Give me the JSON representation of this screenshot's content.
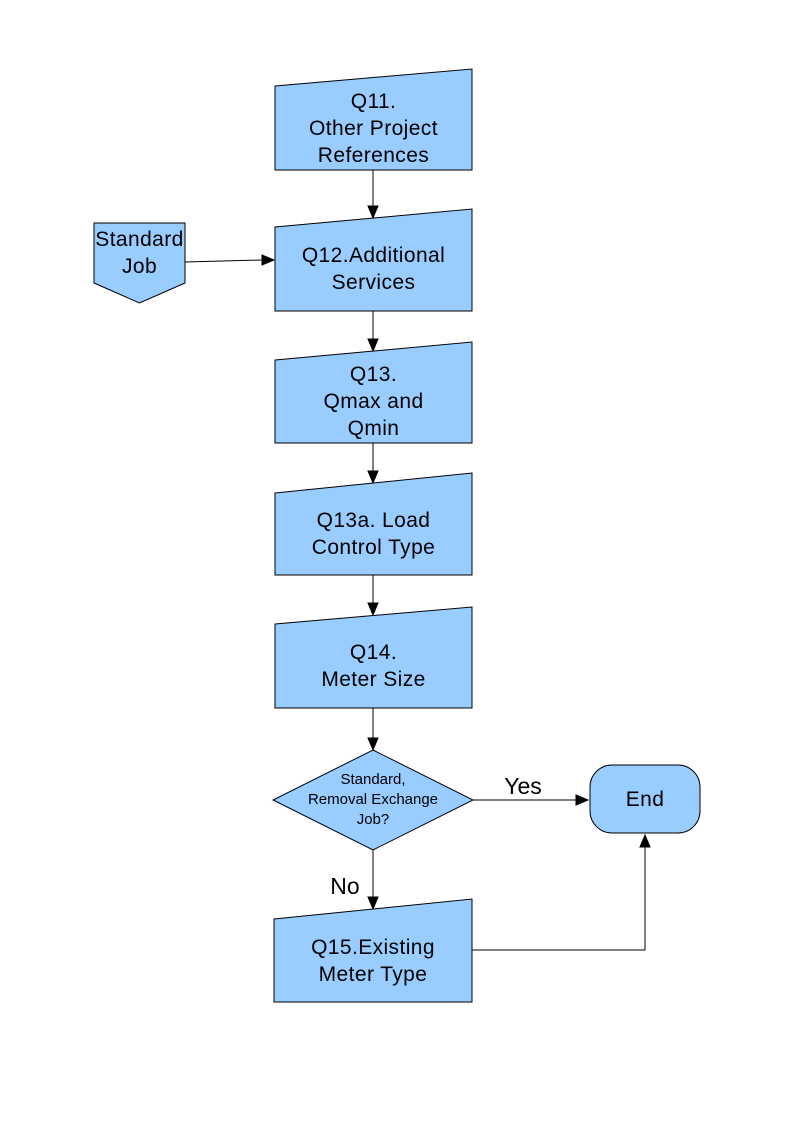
{
  "diagram": {
    "type": "flowchart",
    "style": {
      "background": "#FFFFFF",
      "shape_fill": "#99CCFF",
      "shape_stroke": "#000000",
      "text_color": "#000000"
    },
    "nodes": {
      "q11": {
        "label": "Q11.\nOther Project\nReferences",
        "shape": "card"
      },
      "standard_job": {
        "label": "Standard\nJob",
        "shape": "off-page-connector"
      },
      "q12": {
        "label": "Q12.Additional\nServices",
        "shape": "card"
      },
      "q13": {
        "label": "Q13.\nQmax and\nQmin",
        "shape": "card"
      },
      "q13a": {
        "label": "Q13a. Load\nControl Type",
        "shape": "card"
      },
      "q14": {
        "label": "Q14.\nMeter Size",
        "shape": "card"
      },
      "decision": {
        "label": "Standard,\nRemoval Exchange\nJob?",
        "shape": "diamond"
      },
      "end": {
        "label": "End",
        "shape": "terminator"
      },
      "q15": {
        "label": "Q15.Existing\nMeter Type",
        "shape": "card"
      }
    },
    "edge_labels": {
      "yes": "Yes",
      "no": "No"
    },
    "edges": [
      {
        "from": "q11",
        "to": "q12",
        "label": ""
      },
      {
        "from": "standard_job",
        "to": "q12",
        "label": ""
      },
      {
        "from": "q12",
        "to": "q13",
        "label": ""
      },
      {
        "from": "q13",
        "to": "q13a",
        "label": ""
      },
      {
        "from": "q13a",
        "to": "q14",
        "label": ""
      },
      {
        "from": "q14",
        "to": "decision",
        "label": ""
      },
      {
        "from": "decision",
        "to": "end",
        "label": "Yes"
      },
      {
        "from": "decision",
        "to": "q15",
        "label": "No"
      },
      {
        "from": "q15",
        "to": "end",
        "label": ""
      }
    ]
  }
}
